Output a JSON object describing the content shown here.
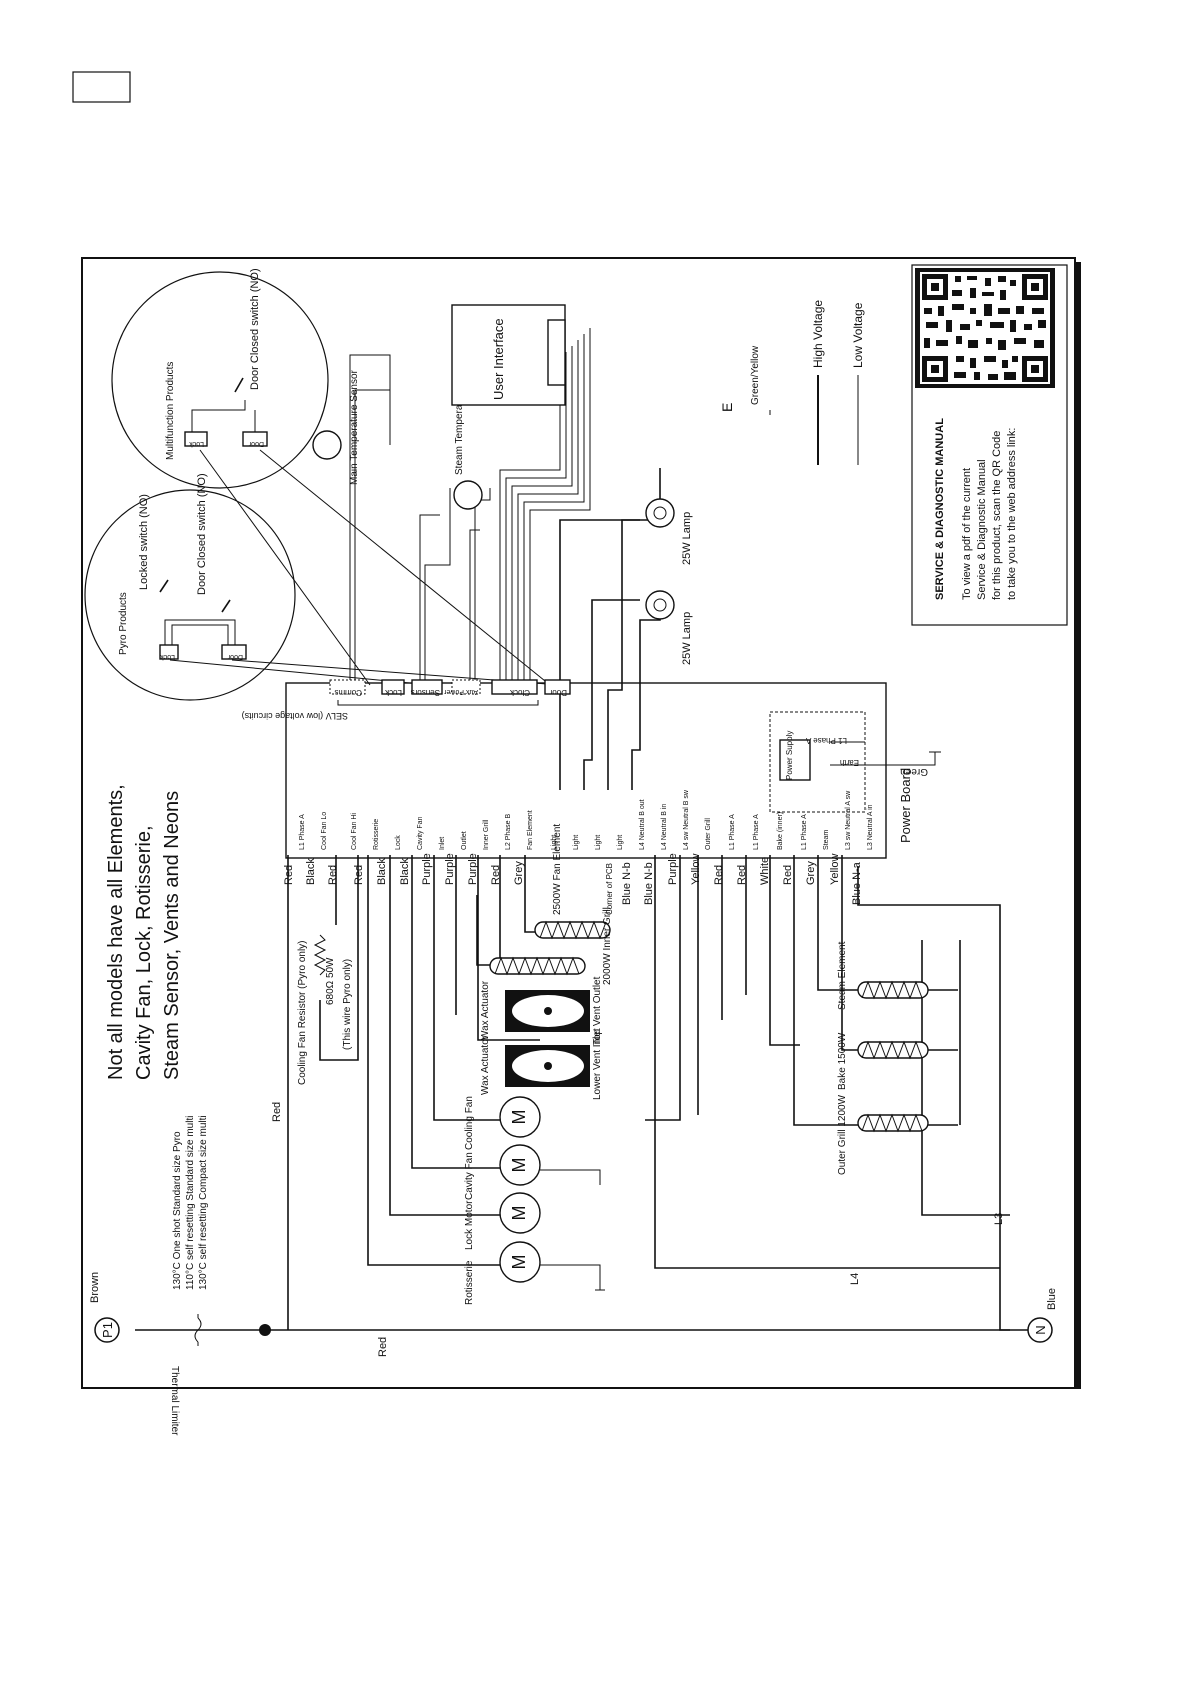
{
  "page": {
    "corner_box": ""
  },
  "headline": [
    "Not all models have all Elements,",
    "Cavity Fan, Lock, Rotisserie,",
    "Steam Sensor, Vents and Neons"
  ],
  "supply": {
    "p1": "P1",
    "p1_wire": "Brown",
    "n": "N",
    "n_wire": "Blue",
    "red_left": "Red",
    "red_bottom": "Red",
    "l3": "L3",
    "l4": "L4"
  },
  "thermal_limiter": {
    "label": "Thermal Limiter",
    "notes": [
      "130°C One shot Standard size Pyro",
      "110°C self resetting Standard size multi",
      "130°C self resetting Compact size multi"
    ]
  },
  "cooling_fan_resistor": {
    "label": "Cooling Fan Resistor (Pyro only)",
    "value": "680Ω 50W",
    "wire_note": "(This wire Pyro only)"
  },
  "motors": [
    {
      "label": "Rotisserie",
      "symbol": "M"
    },
    {
      "label": "Lock Motor",
      "symbol": "M"
    },
    {
      "label": "Cavity Fan",
      "symbol": "M"
    },
    {
      "label": "Cooling Fan",
      "symbol": "M"
    }
  ],
  "actuators": [
    {
      "top": "Wax Actuator",
      "bottom": "Lower Vent Inlet"
    },
    {
      "top": "Wax Actuator",
      "bottom": "Top Vent Outlet"
    }
  ],
  "elements": [
    {
      "label": "2500W Fan Element"
    },
    {
      "label": "2000W Inner Grill"
    },
    {
      "label": "Steam Element"
    },
    {
      "label": "Bake 1500W"
    },
    {
      "label": "Outer Grill 1200W"
    }
  ],
  "lamps": [
    "25W Lamp",
    "25W Lamp"
  ],
  "sensors": [
    {
      "label": "Main Temperature Sensor"
    },
    {
      "label": "Steam Temperature Sensor"
    }
  ],
  "user_interface": "User Interface",
  "power_board": {
    "title": "Power Board",
    "selv": "SELV (low voltage circuits)",
    "power_supply": "Power Supply",
    "l1_phase_a": "L1 Phase A",
    "earth": "Earth",
    "earth_wire": "Green",
    "connectors": [
      "Comms",
      "Lock",
      "Sensors",
      "Aux Power",
      "Clock",
      "Door"
    ],
    "terminals": [
      {
        "label": "L1 Phase A",
        "wire": "Red"
      },
      {
        "label": "Cool Fan Lo",
        "wire": "Black"
      },
      {
        "label": "Cool Fan Hi",
        "wire": "Red"
      },
      {
        "label": "Rotisserie",
        "wire": "Red"
      },
      {
        "label": "Lock",
        "wire": "Black"
      },
      {
        "label": "Cavity Fan",
        "wire": "Black"
      },
      {
        "label": "Inlet",
        "wire": "Purple"
      },
      {
        "label": "Outlet",
        "wire": "Purple"
      },
      {
        "label": "Inner Grill",
        "wire": "Purple"
      },
      {
        "label": "L2 Phase B",
        "wire": "Red"
      },
      {
        "label": "Fan Element",
        "wire": "Grey"
      },
      {
        "label": "Light",
        "wire": ""
      },
      {
        "label": "Light",
        "wire": ""
      },
      {
        "label": "Light",
        "wire": ""
      },
      {
        "label": "Light",
        "wire": "Blue N-b"
      },
      {
        "label": "L4 Neutral B out",
        "wire": "Blue N-b"
      },
      {
        "label": "L4 Neutral B in",
        "wire": "Purple"
      },
      {
        "label": "L4 sw Neutral B sw",
        "wire": "Yellow"
      },
      {
        "label": "Outer Grill",
        "wire": "Red"
      },
      {
        "label": "L1 Phase A",
        "wire": "Red"
      },
      {
        "label": "L1 Phase A",
        "wire": "White"
      },
      {
        "label": "Bake (inner)",
        "wire": "Red"
      },
      {
        "label": "L1 Phase A",
        "wire": "Grey"
      },
      {
        "label": "Steam",
        "wire": "Yellow"
      },
      {
        "label": "L3 sw Neutral A sw",
        "wire": "Blue N-a"
      },
      {
        "label": "L3 Neutral A in",
        "wire": ""
      }
    ],
    "corner_note": "Corner of PCB"
  },
  "pyro_products": {
    "title": "Pyro Products",
    "locked_switch": "Locked switch (NO)",
    "door_switch": "Door Closed switch (NO)",
    "connectors": [
      "Lock",
      "Door"
    ]
  },
  "multifunction_products": {
    "title": "Multifunction Products",
    "door_switch": "Door Closed switch (NO)",
    "connectors": [
      "Lock",
      "Door"
    ]
  },
  "legend": {
    "earth_symbol": "E",
    "earth_label": "Green/Yellow",
    "high_voltage": "High Voltage",
    "low_voltage": "Low Voltage"
  },
  "service": {
    "title": "SERVICE & DIAGNOSTIC MANUAL",
    "lines": [
      "To view a pdf of the current",
      "Service & Diagnostic Manual",
      "for this product, scan the QR Code",
      "to take you to the web address link:"
    ]
  },
  "colors": {
    "line": "#111111",
    "background": "#ffffff"
  }
}
